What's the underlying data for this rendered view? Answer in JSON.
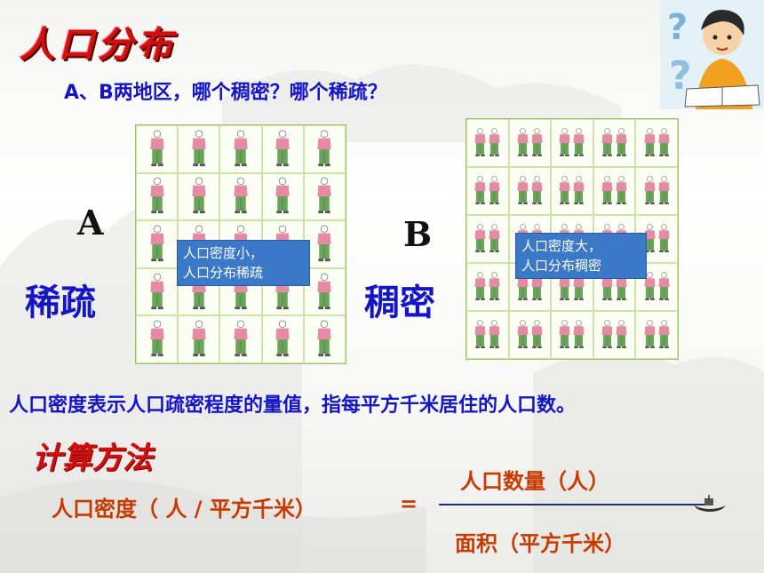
{
  "title": "人口分布",
  "question": "A、B两地区，哪个稠密？哪个稀疏？",
  "region_a": {
    "letter": "A",
    "label": "稀疏",
    "note_line1": "人口密度小，",
    "note_line2": "人口分布稀疏",
    "people_per_cell": 1,
    "rows": 5,
    "cols": 5
  },
  "region_b": {
    "letter": "B",
    "label": "稠密",
    "note_line1": "人口密度大，",
    "note_line2": "人口分布稠密",
    "people_per_cell": 2,
    "rows": 5,
    "cols": 5
  },
  "definition": "人口密度表示人口疏密程度的量值，指每平方千米居住的人口数。",
  "method_title": "计算方法",
  "formula": {
    "lhs": "人口密度（ 人 / 平方千米）",
    "equals": "=",
    "numerator": "人口数量（人）",
    "denominator": "面积（平方千米）"
  },
  "colors": {
    "title": "#d01010",
    "blue_text": "#1414c8",
    "formula_text": "#c83a00",
    "shirt": "#e68aa6",
    "pants": "#6aa35a"
  },
  "icons": [
    "mountain-landscape",
    "boy-reading-question-marks",
    "boat-icon"
  ]
}
